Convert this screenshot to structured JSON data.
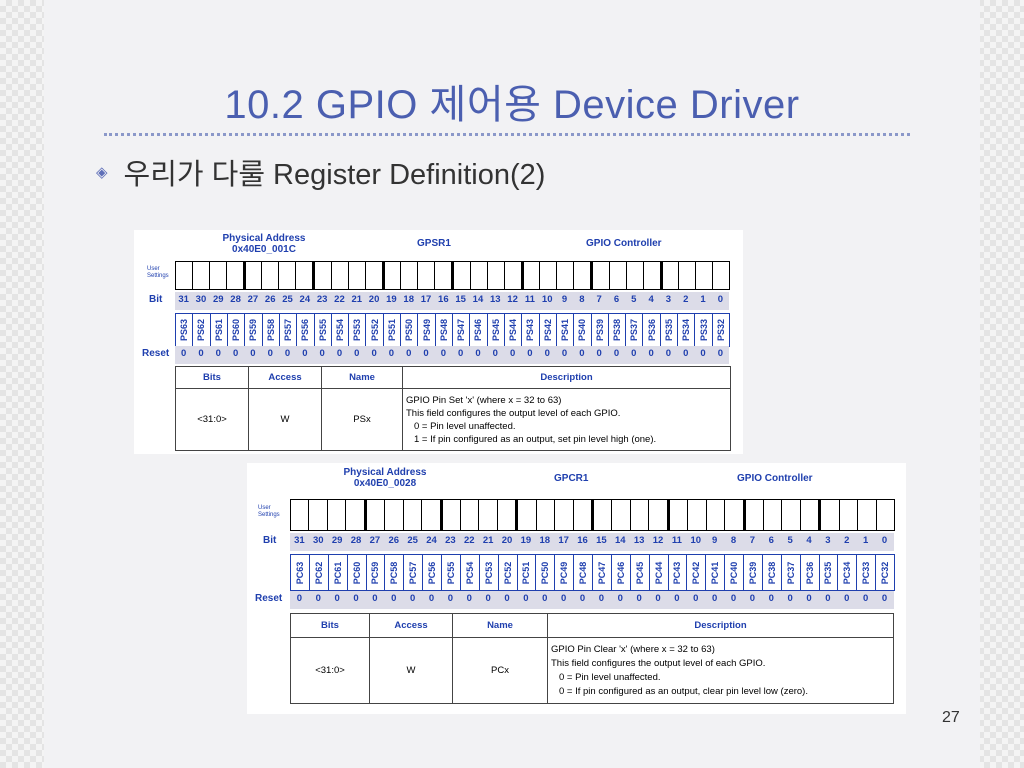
{
  "slide": {
    "title": "10.2 GPIO 제어용 Device Driver",
    "bullet": "우리가 다룰 Register Definition(2)",
    "page_number": "27"
  },
  "labels": {
    "user_settings_line1": "User",
    "user_settings_line2": "Settings",
    "bit": "Bit",
    "reset": "Reset"
  },
  "bits": [
    "31",
    "30",
    "29",
    "28",
    "27",
    "26",
    "25",
    "24",
    "23",
    "22",
    "21",
    "20",
    "19",
    "18",
    "17",
    "16",
    "15",
    "14",
    "13",
    "12",
    "11",
    "10",
    "9",
    "8",
    "7",
    "6",
    "5",
    "4",
    "3",
    "2",
    "1",
    "0"
  ],
  "registers": [
    {
      "physical_address_label": "Physical Address",
      "address": "0x40E0_001C",
      "name": "GPSR1",
      "unit": "GPIO Controller",
      "field_names": [
        "PS63",
        "PS62",
        "PS61",
        "PS60",
        "PS59",
        "PS58",
        "PS57",
        "PS56",
        "PS55",
        "PS54",
        "PS53",
        "PS52",
        "PS51",
        "PS50",
        "PS49",
        "PS48",
        "PS47",
        "PS46",
        "PS45",
        "PS44",
        "PS43",
        "PS42",
        "PS41",
        "PS40",
        "PS39",
        "PS38",
        "PS37",
        "PS36",
        "PS35",
        "PS34",
        "PS33",
        "PS32"
      ],
      "reset_values": [
        "0",
        "0",
        "0",
        "0",
        "0",
        "0",
        "0",
        "0",
        "0",
        "0",
        "0",
        "0",
        "0",
        "0",
        "0",
        "0",
        "0",
        "0",
        "0",
        "0",
        "0",
        "0",
        "0",
        "0",
        "0",
        "0",
        "0",
        "0",
        "0",
        "0",
        "0",
        "0"
      ],
      "table": {
        "headers": [
          "Bits",
          "Access",
          "Name",
          "Description"
        ],
        "bits": "<31:0>",
        "access": "W",
        "name": "PSx",
        "description": [
          "GPIO Pin Set 'x' (where x = 32 to 63)",
          "This field configures the output level of each GPIO.",
          "0 =  Pin level unaffected.",
          "1 =  If pin configured as an output, set pin level high (one)."
        ]
      }
    },
    {
      "physical_address_label": "Physical Address",
      "address": "0x40E0_0028",
      "name": "GPCR1",
      "unit": "GPIO Controller",
      "field_names": [
        "PC63",
        "PC62",
        "PC61",
        "PC60",
        "PC59",
        "PC58",
        "PC57",
        "PC56",
        "PC55",
        "PC54",
        "PC53",
        "PC52",
        "PC51",
        "PC50",
        "PC49",
        "PC48",
        "PC47",
        "PC46",
        "PC45",
        "PC44",
        "PC43",
        "PC42",
        "PC41",
        "PC40",
        "PC39",
        "PC38",
        "PC37",
        "PC36",
        "PC35",
        "PC34",
        "PC33",
        "PC32"
      ],
      "reset_values": [
        "0",
        "0",
        "0",
        "0",
        "0",
        "0",
        "0",
        "0",
        "0",
        "0",
        "0",
        "0",
        "0",
        "0",
        "0",
        "0",
        "0",
        "0",
        "0",
        "0",
        "0",
        "0",
        "0",
        "0",
        "0",
        "0",
        "0",
        "0",
        "0",
        "0",
        "0",
        "0"
      ],
      "table": {
        "headers": [
          "Bits",
          "Access",
          "Name",
          "Description"
        ],
        "bits": "<31:0>",
        "access": "W",
        "name": "PCx",
        "description": [
          "GPIO Pin Clear 'x' (where x = 32 to 63)",
          "This field configures the output level of each GPIO.",
          "0 =  Pin level unaffected.",
          "0 =  If pin configured as an output, clear pin level low (zero)."
        ]
      }
    }
  ],
  "colors": {
    "title": "#4b5fb0",
    "register_text": "#1f3fae",
    "band": "#dcdce8"
  }
}
